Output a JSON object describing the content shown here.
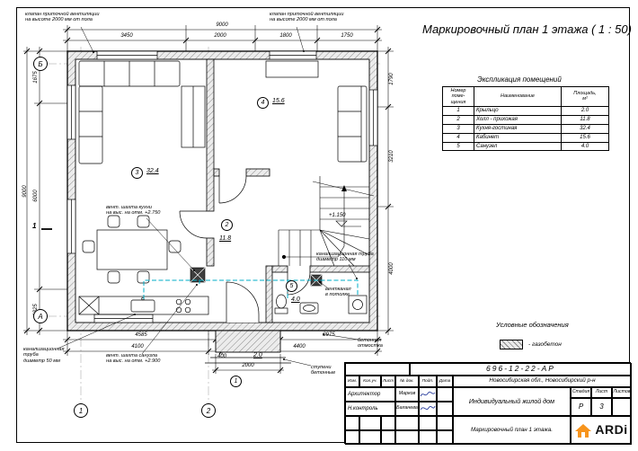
{
  "page": {
    "title": "Маркировочный план 1 этажа ( 1 : 50)"
  },
  "explication": {
    "title": "Экспликация помещений",
    "col_headers": {
      "num": "Номер\nпоме-\nщения",
      "name": "Наименование",
      "area": "Площадь,\nм²"
    },
    "rows": [
      {
        "num": "1",
        "name": "Крыльцо",
        "area": "2.0"
      },
      {
        "num": "2",
        "name": "Холл - прихожая",
        "area": "11.8"
      },
      {
        "num": "3",
        "name": "Кухня-гостиная",
        "area": "32.4"
      },
      {
        "num": "4",
        "name": "Кабинет",
        "area": "15.6"
      },
      {
        "num": "5",
        "name": "Санузел",
        "area": "4.0"
      }
    ]
  },
  "legend": {
    "title": "Условные обозначения",
    "gasblock_label": "- газобетон"
  },
  "plan": {
    "rooms": [
      {
        "num": "1",
        "area": "2.0"
      },
      {
        "num": "2",
        "area": "11.8"
      },
      {
        "num": "3",
        "area": "32.4"
      },
      {
        "num": "4",
        "area": "15.6"
      },
      {
        "num": "5",
        "area": "4.0"
      }
    ],
    "axes": {
      "a": "А",
      "b": "Б",
      "one": "1",
      "two": "2"
    },
    "dims": {
      "top_total": "9000",
      "top": [
        "3450",
        "2000",
        "1800",
        "1750"
      ],
      "left_total": "9000",
      "left": [
        "1675",
        "6000",
        "1325"
      ],
      "right": [
        "1790",
        "3210",
        "4000"
      ],
      "bottom1": [
        "4585",
        "2975"
      ],
      "bottom2": [
        "4100",
        "400",
        "4400"
      ],
      "porch": "2000"
    },
    "level_mark": "+1.150",
    "section_mark": "1",
    "annotations": {
      "vent_valve_left": "клапан приточной вентиляции\nна высоте 2000 мм от пола",
      "vent_valve_right": "клапан приточной вентиляции\nна высоте 2000 мм от пола",
      "vent_shaft_kitchen": "вент. шахта кухни\nна выс. на отм. +2.750",
      "sewer_110": "канализационная труба\nдиаметр 110 мм",
      "vent_duct": "вентканал\nв потолке",
      "sewer_50": "канализационная\nтруба\nдиаметр 50 мм",
      "vent_shaft_wc": "вент. шахта санузла\nна выс. на отм. +2.900",
      "blind_area": "бетонная\nотмостка",
      "steps": "ступени\nбетонные"
    }
  },
  "titleblock": {
    "doc_number": "696-12-22-АР",
    "header_cells": [
      "Изм.",
      "Кол.уч.",
      "Лист",
      "№ док.",
      "Подп.",
      "Дата"
    ],
    "roles": [
      {
        "role": "Архитектор",
        "name": "Марков"
      },
      {
        "role": "Н.контроль",
        "name": "Баланева"
      }
    ],
    "location": "Новосибирская обл., Новосибирский р-н",
    "object": "Индивидуальный жилой дом",
    "sheet_title": "Маркировочный план 1 этажа.",
    "stage_label": "Стадия",
    "sheet_label": "Лист",
    "sheets_label": "Листов",
    "stage_value": "Р",
    "sheet_value": "3",
    "logo_text": "ARDi"
  }
}
